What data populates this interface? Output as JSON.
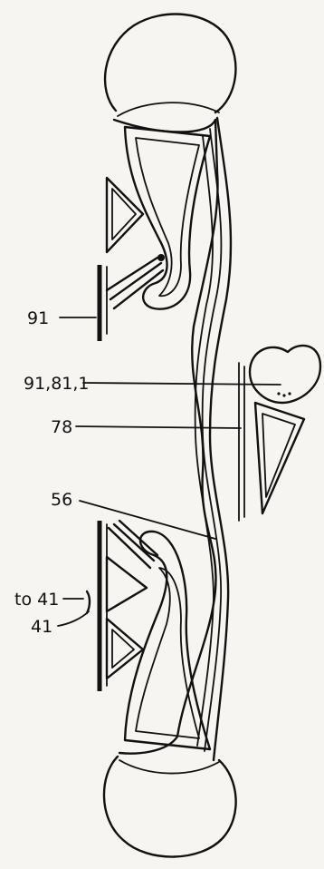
{
  "labels": {
    "l91": "91",
    "l91811": "91,81,1",
    "l78": "78",
    "l56": "56",
    "lto41": "to 41",
    "l41": "41"
  }
}
